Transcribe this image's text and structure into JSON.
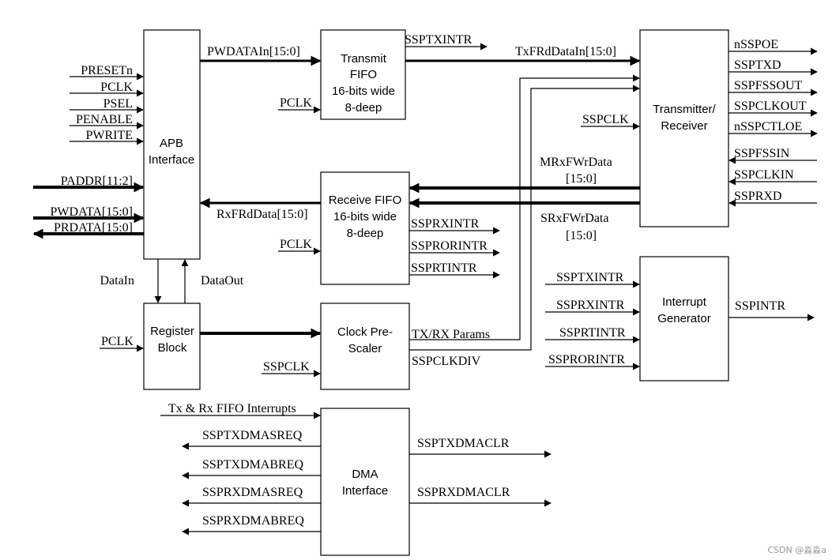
{
  "blocks": {
    "apb": [
      "APB",
      "Interface"
    ],
    "tx_fifo": [
      "Transmit",
      "FIFO",
      "16-bits wide",
      "8-deep"
    ],
    "rx_fifo": [
      "Receive FIFO",
      "16-bits wide",
      "8-deep"
    ],
    "txrx": [
      "Transmitter/",
      "Receiver"
    ],
    "interrupt": [
      "Interrupt",
      "Generator"
    ],
    "register": [
      "Register",
      "Block"
    ],
    "clock": [
      "Clock Pre-",
      "Scaler"
    ],
    "dma": [
      "DMA",
      "Interface"
    ]
  },
  "apb_inputs": [
    "PRESETn",
    "PCLK",
    "PSEL",
    "PENABLE",
    "PWRITE"
  ],
  "apb_bus": {
    "paddr": "PADDR[11:2]",
    "pwdata": "PWDATA[15:0]",
    "prdata": "PRDATA[15:0]"
  },
  "buses": {
    "pwdatain": "PWDATAIn[15:0]",
    "rxfrddata": "RxFRdData[15:0]",
    "txfrddatain": "TxFRdDataIn[15:0]",
    "mrxfwrdata": [
      "MRxFWrData",
      "[15:0]"
    ],
    "srxfwrdata": [
      "SRxFWrData",
      "[15:0]"
    ]
  },
  "clocks": {
    "tx_pclk": "PCLK",
    "rx_pclk": "PCLK",
    "reg_pclk": "PCLK",
    "clk_sspclk": "SSPCLK",
    "txrx_sspclk": "SSPCLK"
  },
  "register_io": {
    "datain": "DataIn",
    "dataout": "DataOut"
  },
  "interrupts": {
    "ssptxintr": "SSPTXINTR",
    "rx_outputs": [
      "SSPRXINTR",
      "SSPRORINTR",
      "SSPRTINTR"
    ],
    "gen_inputs": [
      "SSPTXINTR",
      "SSPRXINTR",
      "SSPRTINTR",
      "SSPRORINTR"
    ],
    "sspintr": "SSPINTR"
  },
  "clock_outputs": {
    "params": "TX/RX Params",
    "sspclkdiv": "SSPCLKDIV"
  },
  "txrx_outputs": [
    "nSSPOE",
    "SSPTXD",
    "SSPFSSOUT",
    "SSPCLKOUT",
    "nSSPCTLOE"
  ],
  "txrx_inputs": [
    "SSPFSSIN",
    "SSPCLKIN",
    "SSPRXD"
  ],
  "dma": {
    "fifo_interrupts": "Tx & Rx FIFO Interrupts",
    "requests": [
      "SSPTXDMASREQ",
      "SSPTXDMABREQ",
      "SSPRXDMASREQ",
      "SSPRXDMABREQ"
    ],
    "clears": [
      "SSPTXDMACLR",
      "SSPRXDMACLR"
    ]
  },
  "watermark": "CSDN @淼淼a"
}
